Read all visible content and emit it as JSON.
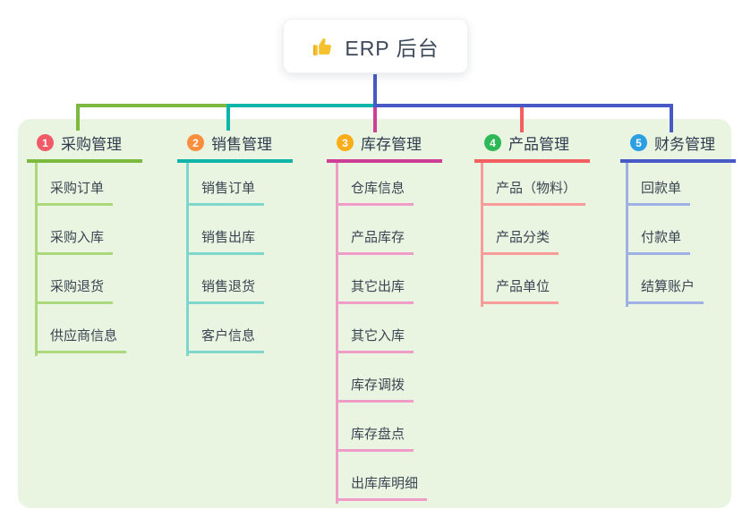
{
  "root": {
    "title": "ERP 后台",
    "icon": "thumbs-up-icon"
  },
  "branches": [
    {
      "badge": "1",
      "label": "采购管理",
      "colors": {
        "main": "#7cb93f",
        "light": "#abd77d",
        "badge": "#f25a68"
      },
      "children": [
        "采购订单",
        "采购入库",
        "采购退货",
        "供应商信息"
      ]
    },
    {
      "badge": "2",
      "label": "销售管理",
      "colors": {
        "main": "#0fb5a9",
        "light": "#7ed6cc",
        "badge": "#f98e3e"
      },
      "children": [
        "销售订单",
        "销售出库",
        "销售退货",
        "客户信息"
      ]
    },
    {
      "badge": "3",
      "label": "库存管理",
      "colors": {
        "main": "#ce3e96",
        "light": "#ef9cc8",
        "badge": "#f9ad18"
      },
      "children": [
        "仓库信息",
        "产品库存",
        "其它出库",
        "其它入库",
        "库存调拨",
        "库存盘点",
        "出库库明细"
      ]
    },
    {
      "badge": "4",
      "label": "产品管理",
      "colors": {
        "main": "#f15f61",
        "light": "#f89b9b",
        "badge": "#2eb857"
      },
      "children": [
        "产品（物料）",
        "产品分类",
        "产品单位"
      ]
    },
    {
      "badge": "5",
      "label": "财务管理",
      "colors": {
        "main": "#4659c5",
        "light": "#9fb0e4",
        "badge": "#2b9fe2"
      },
      "children": [
        "回款单",
        "付款单",
        "结算账户"
      ]
    }
  ],
  "layout_colors": {
    "panel_bg": "#e9f5e1",
    "canvas_bg": "#ffffff",
    "root_stem": "#4659c5"
  }
}
